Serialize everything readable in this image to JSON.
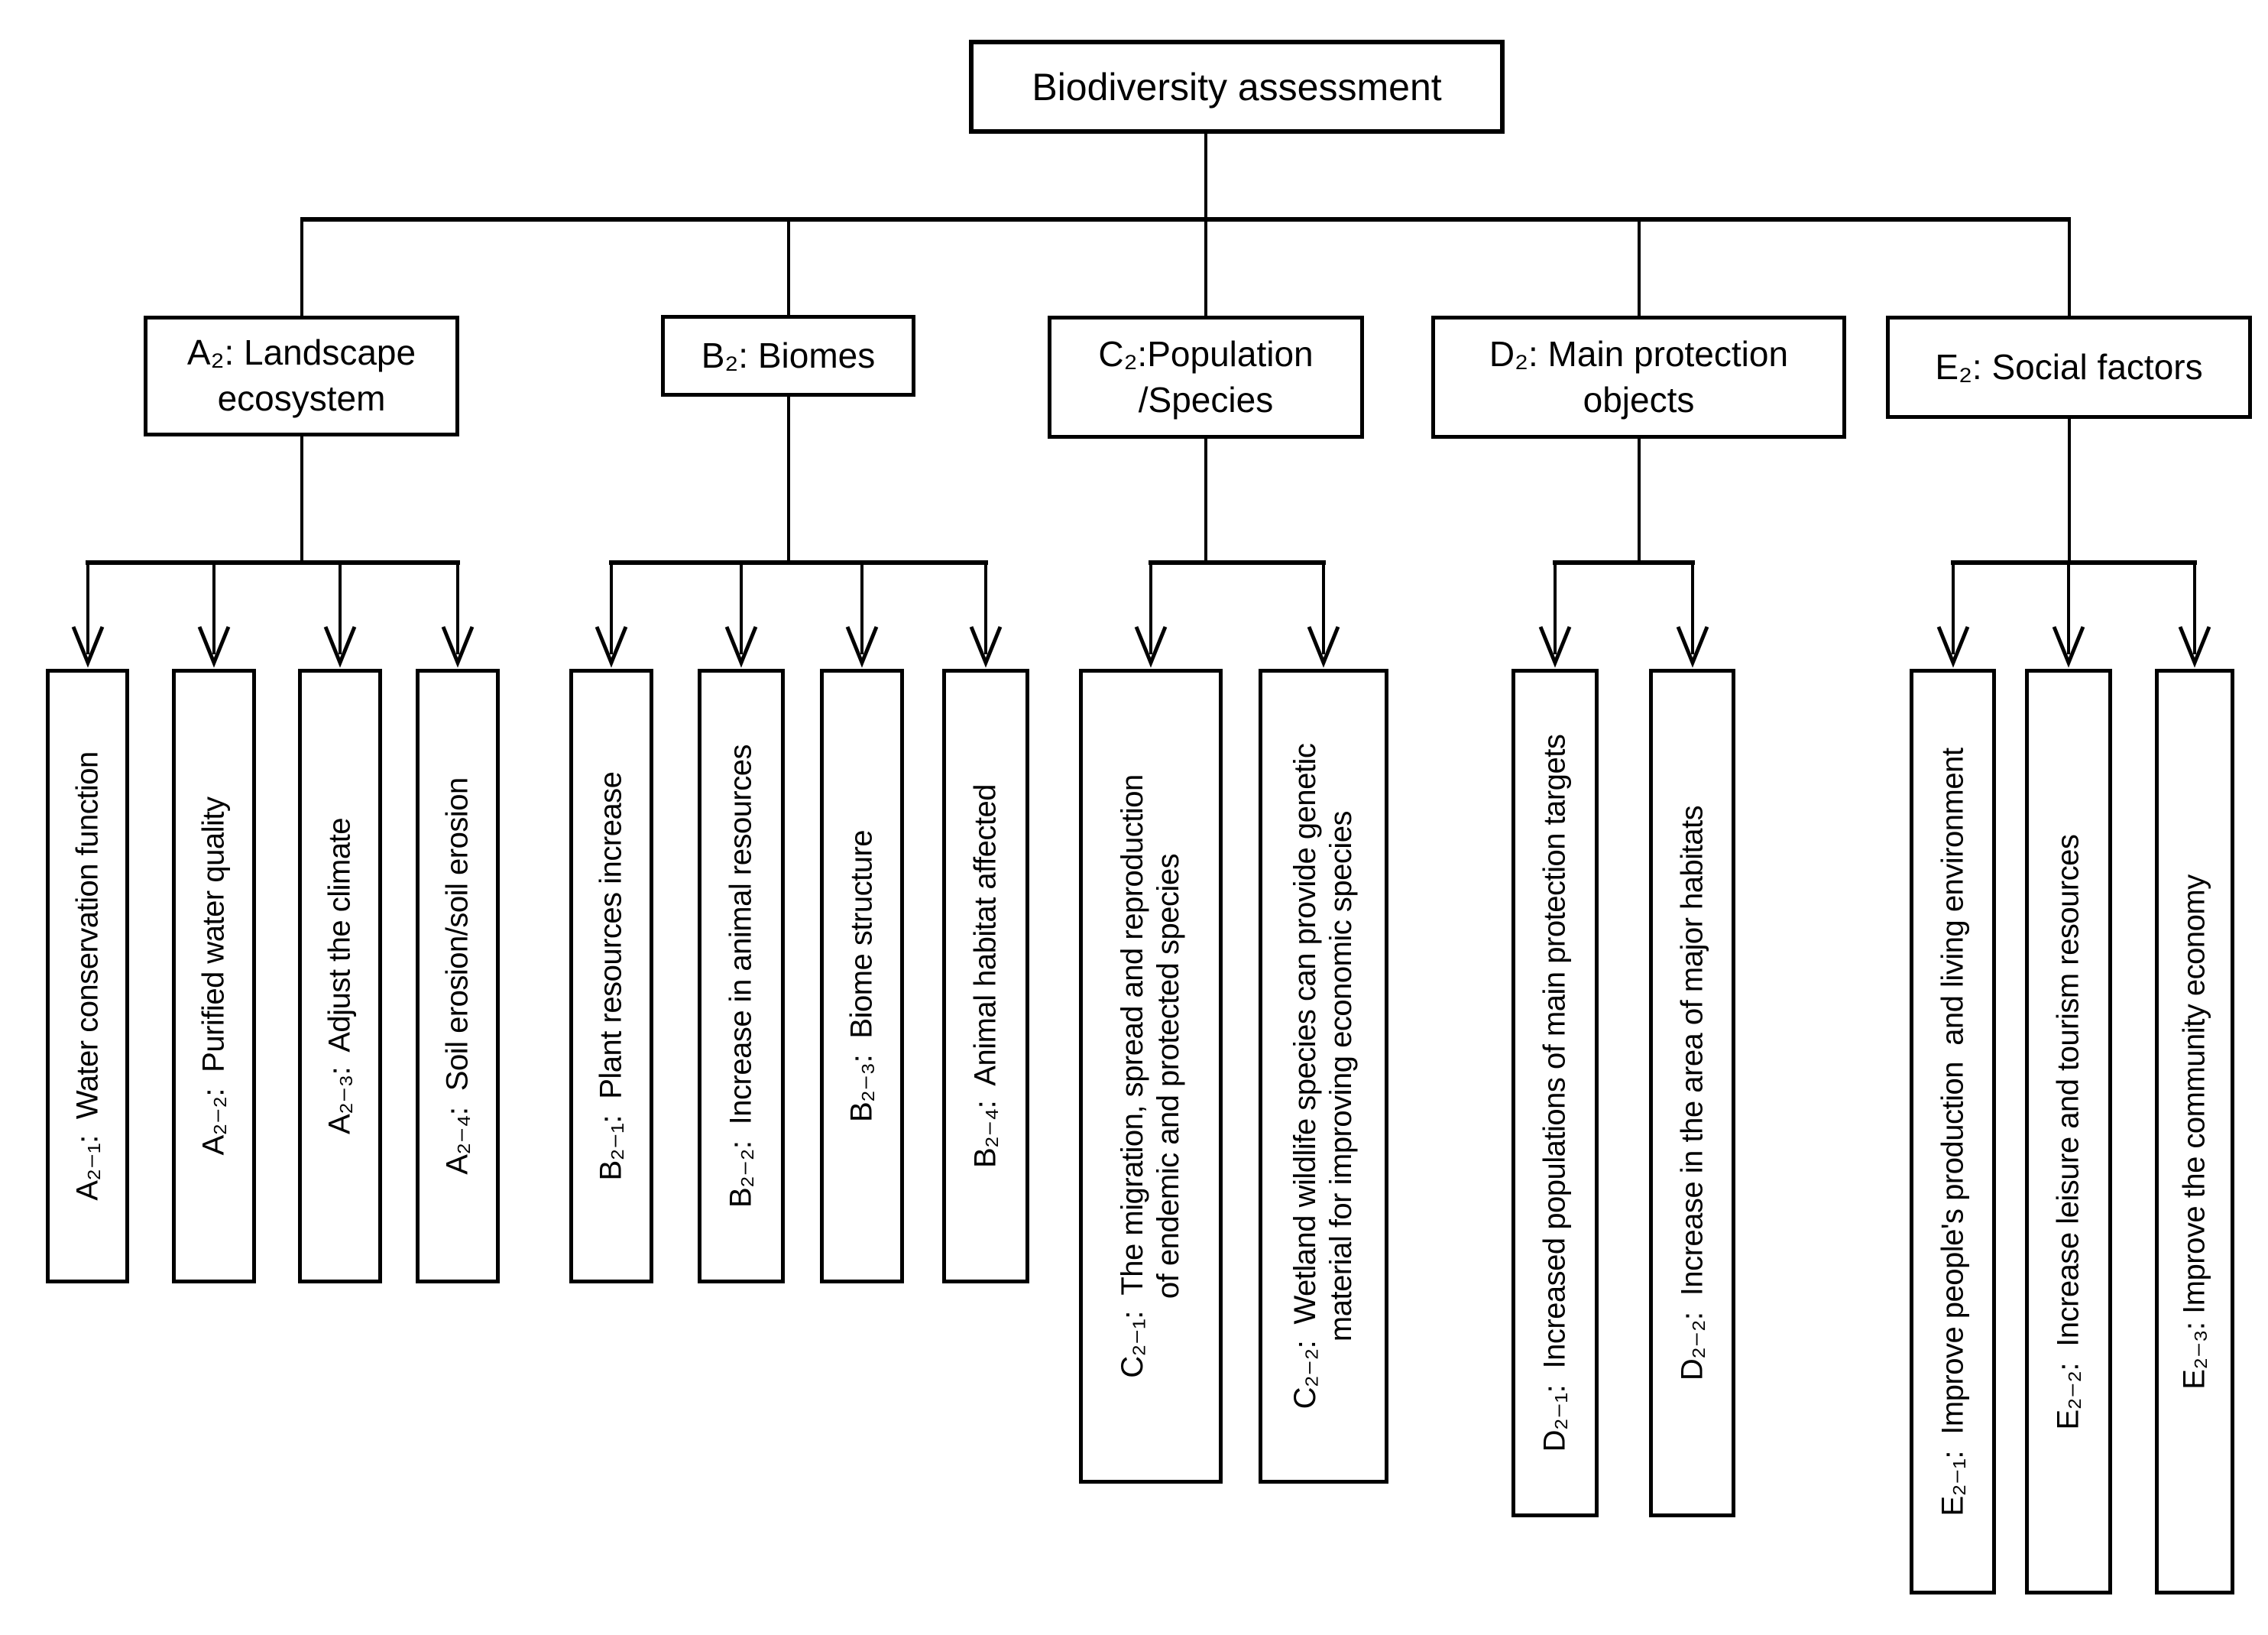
{
  "diagram_type": "hierarchy-flowchart",
  "colors": {
    "line": "#000000",
    "box_border": "#000000",
    "background": "#ffffff",
    "text": "#000000"
  },
  "root": {
    "label": "Biodiversity  assessment"
  },
  "branches": [
    {
      "label": "A₂: Landscape\necosystem",
      "children": [
        {
          "label": "A₂₋₁:  Water conservation function"
        },
        {
          "label": "A₂₋₂:  Purified water quality"
        },
        {
          "label": "A₂₋₃:  Adjust the climate"
        },
        {
          "label": "A₂₋₄:  Soil erosion/soil erosion"
        }
      ]
    },
    {
      "label": "B₂: Biomes",
      "children": [
        {
          "label": "B₂₋₁:  Plant resources increase"
        },
        {
          "label": "B₂₋₂:  Increase in animal resources"
        },
        {
          "label": "B₂₋₃:  Biome structure"
        },
        {
          "label": "B₂₋₄:  Animal habitat affected"
        }
      ]
    },
    {
      "label": "C₂:Population\n/Species",
      "children": [
        {
          "label": "C₂₋₁:  The migration, spread and reproduction\nof endemic and protected species"
        },
        {
          "label": "C₂₋₂:  Wetland wildlife species can provide genetic\nmaterial for improving economic species"
        }
      ]
    },
    {
      "label": "D₂: Main protection\nobjects",
      "children": [
        {
          "label": "D₂₋₁:  Increased populations of main protection targets"
        },
        {
          "label": "D₂₋₂:  Increase in the area of major habitats"
        }
      ]
    },
    {
      "label": "E₂: Social factors",
      "children": [
        {
          "label": "E₂₋₁:  Improve people's production  and living environment"
        },
        {
          "label": "E₂₋₂:  Increase leisure and tourism resources"
        },
        {
          "label": "E₂₋₃: Improve the community economy"
        }
      ]
    }
  ]
}
